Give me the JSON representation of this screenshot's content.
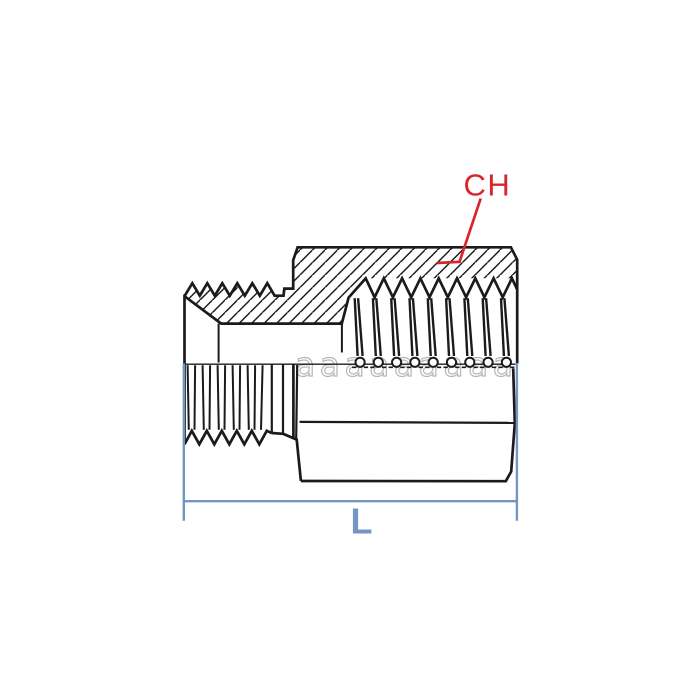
{
  "labels": {
    "chamfer_callout": "CH",
    "length_dimension": "L"
  },
  "watermark": "aaaaaaaaa",
  "colors": {
    "ink": "#1b1b1b",
    "dim": "#7595c2",
    "label": "#d7252b",
    "watermark": "#b6b6b6",
    "background": "#ffffff"
  }
}
